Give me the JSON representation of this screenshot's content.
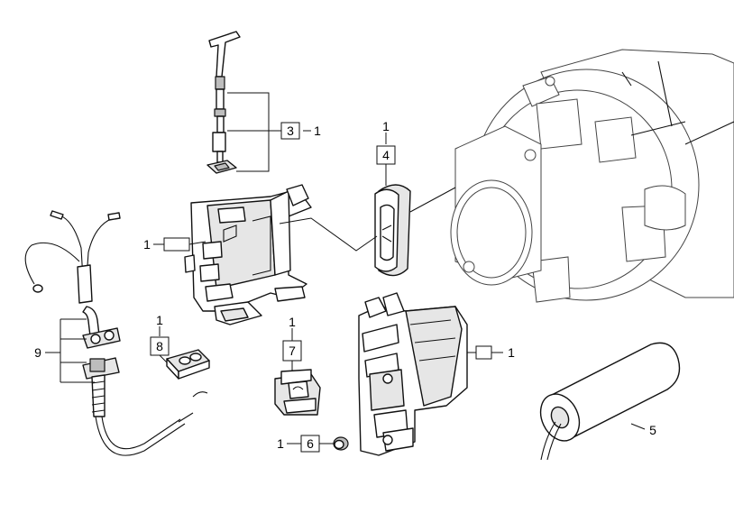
{
  "callouts": {
    "ref_3": "3",
    "ref_3_qty": "1",
    "ref_4_qty": "1",
    "ref_4": "4",
    "ref_1_housing": "1",
    "ref_8_qty": "1",
    "ref_8": "8",
    "ref_7_qty": "1",
    "ref_7": "7",
    "ref_1_switchbox": "1",
    "ref_9": "9",
    "ref_6_qty": "1",
    "ref_6": "6",
    "ref_5": "5"
  }
}
